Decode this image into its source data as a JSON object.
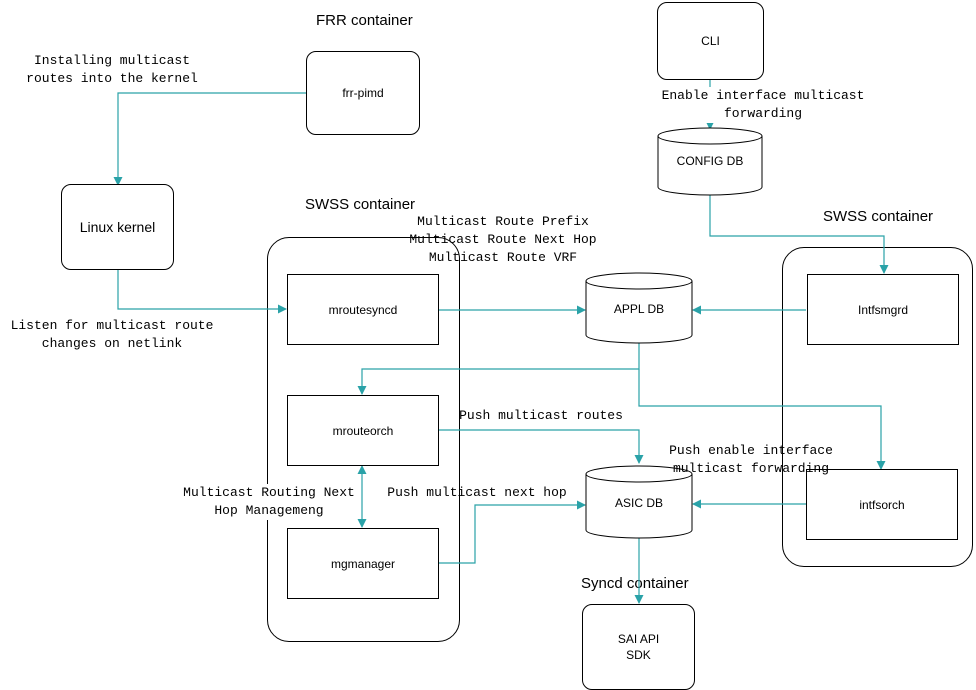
{
  "containers": {
    "frr": "FRR container",
    "swss_left": "SWSS container",
    "swss_right": "SWSS container",
    "syncd": "Syncd container"
  },
  "nodes": {
    "cli": "CLI",
    "frr_pimd": "frr-pimd",
    "config_db": "CONFIG DB",
    "linux_kernel": "Linux kernel",
    "mroutesyncd": "mroutesyncd",
    "appl_db": "APPL DB",
    "intfsmgrd": "Intfsmgrd",
    "mrouteorch": "mrouteorch",
    "asic_db": "ASIC DB",
    "intfsorch": "intfsorch",
    "mgmanager": "mgmanager",
    "sai_api": "SAI API\nSDK"
  },
  "edge_labels": {
    "installing": "Installing multicast\nroutes into the kernel",
    "enable_intf": "Enable interface multicast\nforwarding",
    "route_fields": "Multicast Route Prefix\nMulticast Route Next Hop\nMulticast Route VRF",
    "listen": "Listen for multicast route\nchanges on netlink",
    "push_routes": "Push multicast routes",
    "push_enable": "Push enable interface\nmulticast forwarding",
    "push_nexthop": "Push multicast next hop",
    "nh_mgmt": "Multicast Routing Next\nHop Managemeng"
  },
  "colors": {
    "arrow": "#2aa2a8",
    "line": "#000000"
  }
}
